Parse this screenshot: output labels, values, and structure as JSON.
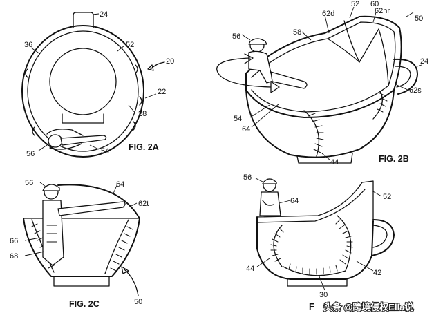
{
  "figures": {
    "fig2a": {
      "caption": "FIG. 2A",
      "labels": {
        "r24": "24",
        "r36": "36",
        "r52": "52",
        "r20": "20",
        "r22": "22",
        "r28": "28",
        "r56": "56",
        "r54": "54"
      }
    },
    "fig2b": {
      "caption": "FIG. 2B",
      "labels": {
        "r52": "52",
        "r60": "60",
        "r62d": "62d",
        "r62hr": "62hr",
        "r50": "50",
        "r56": "56",
        "r58": "58",
        "r24": "24",
        "r62s": "62s",
        "r54": "54",
        "r64": "64",
        "r44": "44"
      }
    },
    "fig2c": {
      "caption": "FIG. 2C",
      "labels": {
        "r56": "56",
        "r64": "64",
        "r62t": "62t",
        "r66": "66",
        "r68": "68",
        "r50": "50"
      }
    },
    "fig2d": {
      "caption": "F",
      "labels": {
        "r56": "56",
        "r64": "64",
        "r52": "52",
        "r44": "44",
        "r42": "42",
        "r30": "30"
      }
    }
  },
  "watermark": {
    "text": "头条 @跨境侵权Ella说"
  }
}
